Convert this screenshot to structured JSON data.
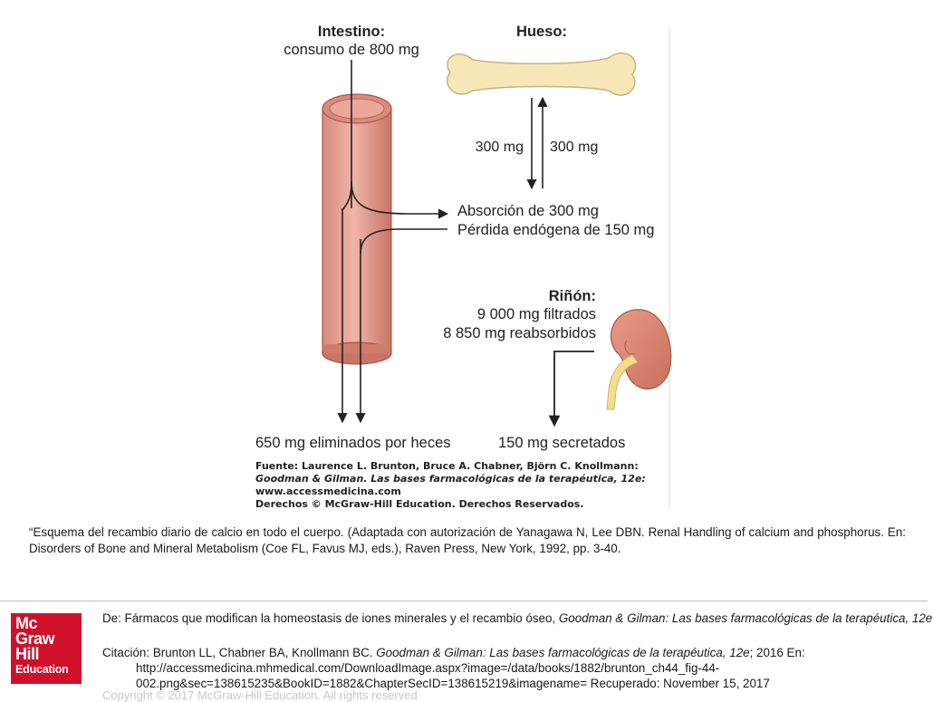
{
  "diagram": {
    "intestine": {
      "title": "Intestino:",
      "intake": "consumo de 800 mg"
    },
    "bone": {
      "title": "Hueso:",
      "flow_left": "300 mg",
      "flow_right": "300 mg"
    },
    "exchange": {
      "absorption": "Absorción de 300 mg",
      "endogenous_loss": "Pérdida endógena de 150 mg"
    },
    "kidney": {
      "title": "Riñón:",
      "filtered": "9 000 mg filtrados",
      "reabsorbed": "8 850 mg reabsorbidos"
    },
    "outputs": {
      "feces": "650 mg eliminados por heces",
      "secreted": "150 mg secretados"
    },
    "source": {
      "line1": "Fuente: Laurence L. Brunton, Bruce A. Chabner, Björn C. Knollmann:",
      "line2": "Goodman & Gilman. Las bases farmacológicas de la terapéutica, 12e:",
      "line3": "www.accessmedicina.com",
      "line4": "Derechos © McGraw-Hill Education. Derechos Reservados."
    },
    "colors": {
      "intestine": "#e8a497",
      "bone": "#f7e7b8",
      "kidney": "#d9826f",
      "ureter": "#f3dd8c"
    }
  },
  "caption": "“Esquema del recambio diario de calcio en todo el cuerpo. (Adaptada con autorización de Yanagawa N, Lee DBN. Renal Handling of calcium and phosphorus. En: Disorders of Bone and Mineral Metabolism (Coe FL, Favus MJ, eds.), Raven Press, New York, 1992, pp. 3-40.",
  "footer": {
    "logo": {
      "line1": "Mc",
      "line2": "Graw",
      "line3": "Hill",
      "line4": "Education"
    },
    "from_prefix": "De: Fármacos que modifican la homeostasis de iones minerales y el recambio óseo, ",
    "from_book": "Goodman & Gilman: Las bases farmacológicas de la terapéutica, 12e",
    "citation_prefix": "Citación: Brunton LL, Chabner BA, Knollmann BC",
    "citation_sep": ". ",
    "citation_book": "Goodman & Gilman: Las bases farmacológicas de la terapéutica, 12e",
    "citation_rest": "; 2016 En: http://accessmedicina.mhmedical.com/DownloadImage.aspx?image=/data/books/1882/brunton_ch44_fig-44-002.png&sec=138615235&BookID=1882&ChapterSecID=138615219&imagename= Recuperado: November 15, 2017",
    "copyright": "Copyright © 2017 McGraw-Hill Education. All rights reserved"
  }
}
